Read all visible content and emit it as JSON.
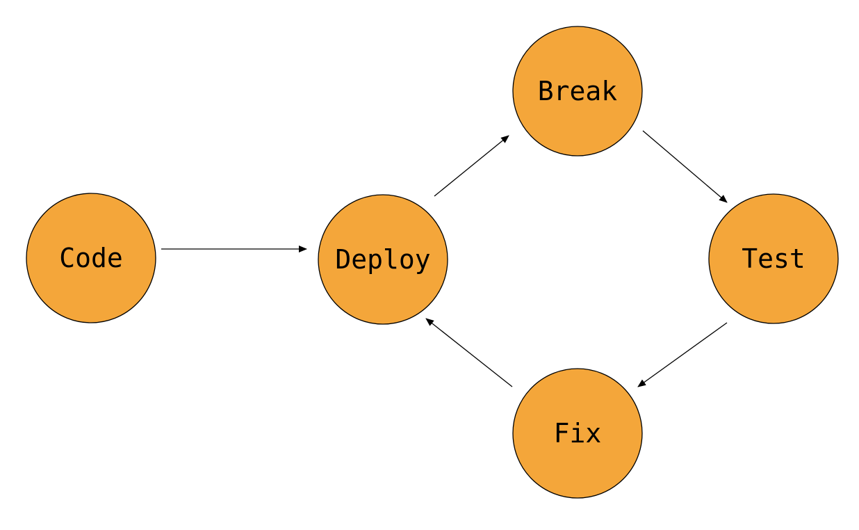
{
  "colors": {
    "node_fill": "#F4A63A",
    "node_stroke": "#000000",
    "edge": "#000000"
  },
  "nodes": [
    {
      "id": "code",
      "label": "Code"
    },
    {
      "id": "deploy",
      "label": "Deploy"
    },
    {
      "id": "break",
      "label": "Break"
    },
    {
      "id": "test",
      "label": "Test"
    },
    {
      "id": "fix",
      "label": "Fix"
    }
  ],
  "edges": [
    {
      "from": "code",
      "to": "deploy"
    },
    {
      "from": "deploy",
      "to": "break"
    },
    {
      "from": "break",
      "to": "test"
    },
    {
      "from": "test",
      "to": "fix"
    },
    {
      "from": "fix",
      "to": "deploy"
    }
  ]
}
